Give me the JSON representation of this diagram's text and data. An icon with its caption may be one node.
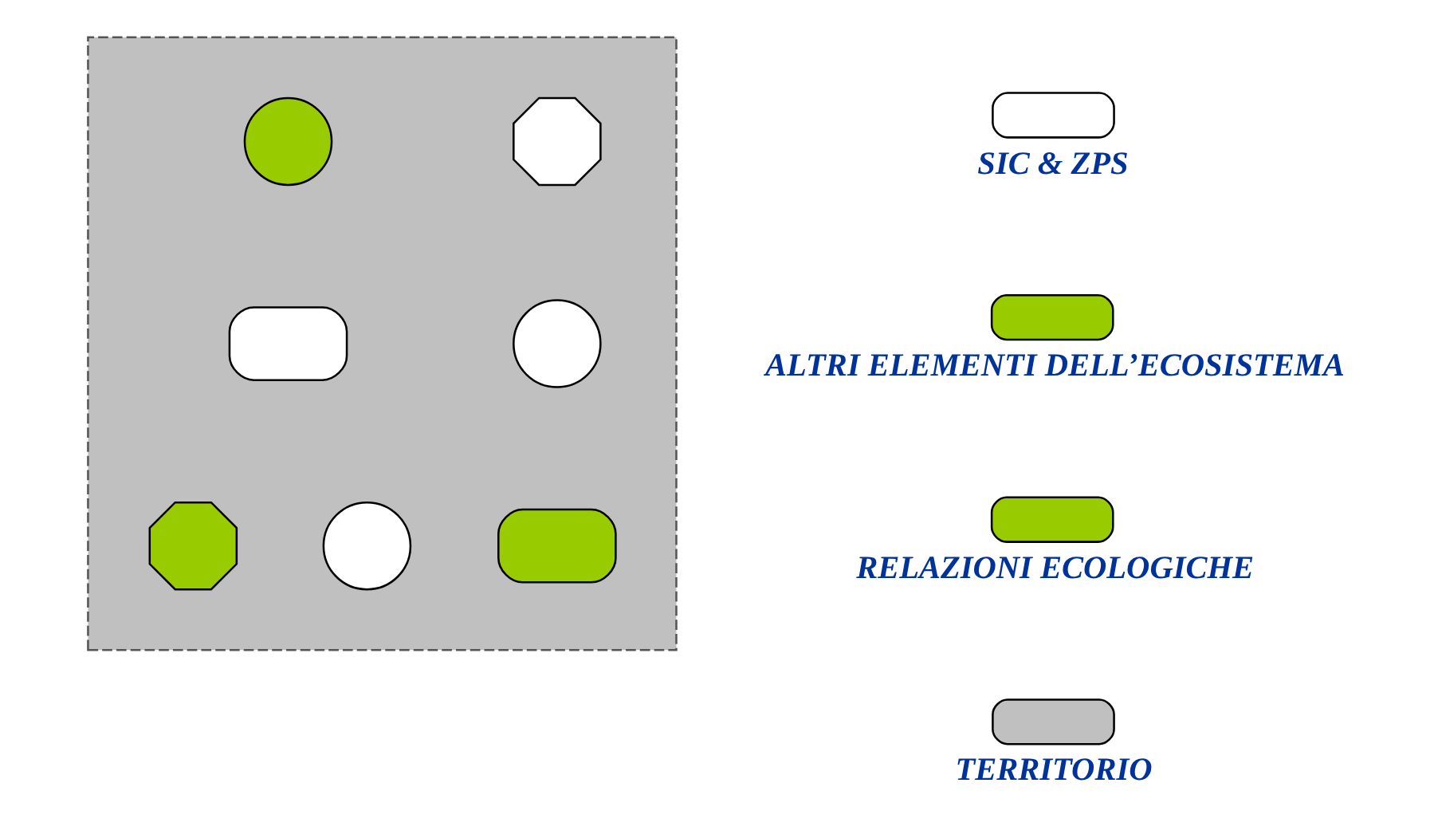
{
  "diagram": {
    "nodes": [
      {
        "text": [],
        "shape": "box"
      },
      {
        "text": [],
        "shape": "cross",
        "in": 0
      },
      {
        "text": [],
        "shape": "circle",
        "in": 0
      },
      {
        "text": [],
        "shape": "circle",
        "in": 0
      },
      {
        "text": [],
        "shape": "box",
        "in": 0
      },
      {
        "text": [],
        "shape": "box",
        "in": 0
      },
      {
        "text": [],
        "shape": "circle",
        "in": 0
      },
      {
        "text": [],
        "shape": "cross",
        "in": 0
      }
    ],
    "legend": [
      {
        "text": "SIC & ZPS",
        "color": "#ffffff"
      },
      {
        "text": "ALTRI ELEMENTI DELL’ECOSISTEMA",
        "color": "#99cc00"
      },
      {
        "text": "RELAZIONI ECOLOGICHE",
        "color": "#99cc00"
      },
      {
        "text": "TERRITORIO",
        "color": "#c0c0c0"
      }
    ]
  }
}
